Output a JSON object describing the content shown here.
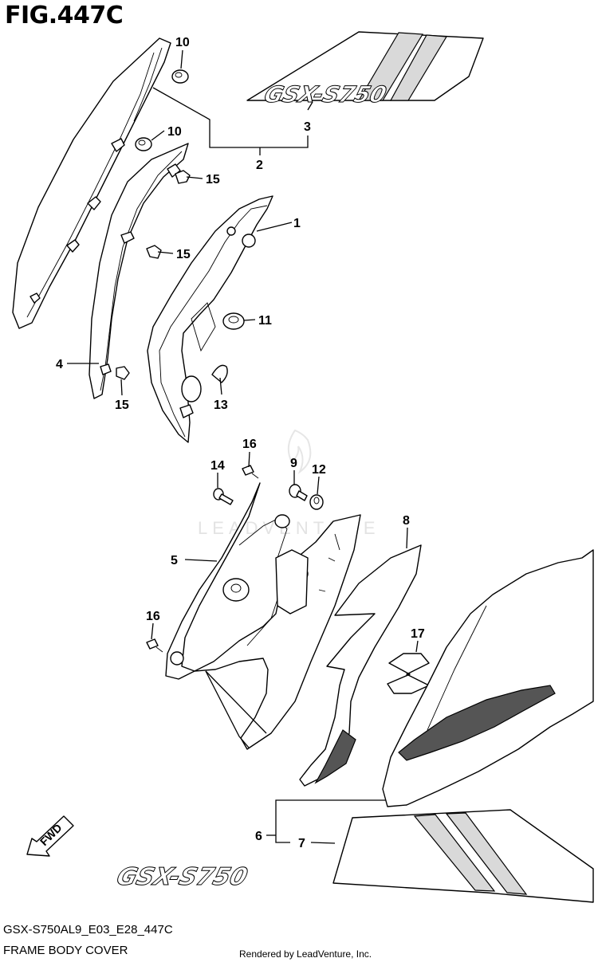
{
  "figure": {
    "title": "FIG.447C",
    "code": "GSX-S750AL9_E03_E28_447C",
    "name": "FRAME BODY COVER",
    "credit": "Rendered by LeadVenture, Inc.",
    "watermark": "LEADVENTURE"
  },
  "decal": {
    "top_text": "GSX-S750",
    "bottom_text": "GSX-S750"
  },
  "fwd_arrow": {
    "label": "FWD"
  },
  "callouts": [
    {
      "id": "c10a",
      "label": "10"
    },
    {
      "id": "c10b",
      "label": "10"
    },
    {
      "id": "c3",
      "label": "3"
    },
    {
      "id": "c2",
      "label": "2"
    },
    {
      "id": "c15a",
      "label": "15"
    },
    {
      "id": "c1",
      "label": "1"
    },
    {
      "id": "c15b",
      "label": "15"
    },
    {
      "id": "c11",
      "label": "11"
    },
    {
      "id": "c4",
      "label": "4"
    },
    {
      "id": "c13",
      "label": "13"
    },
    {
      "id": "c15c",
      "label": "15"
    },
    {
      "id": "c16a",
      "label": "16"
    },
    {
      "id": "c9",
      "label": "9"
    },
    {
      "id": "c14",
      "label": "14"
    },
    {
      "id": "c12",
      "label": "12"
    },
    {
      "id": "c8",
      "label": "8"
    },
    {
      "id": "c5",
      "label": "5"
    },
    {
      "id": "c16b",
      "label": "16"
    },
    {
      "id": "c17",
      "label": "17"
    },
    {
      "id": "c6",
      "label": "6"
    },
    {
      "id": "c7",
      "label": "7"
    }
  ]
}
